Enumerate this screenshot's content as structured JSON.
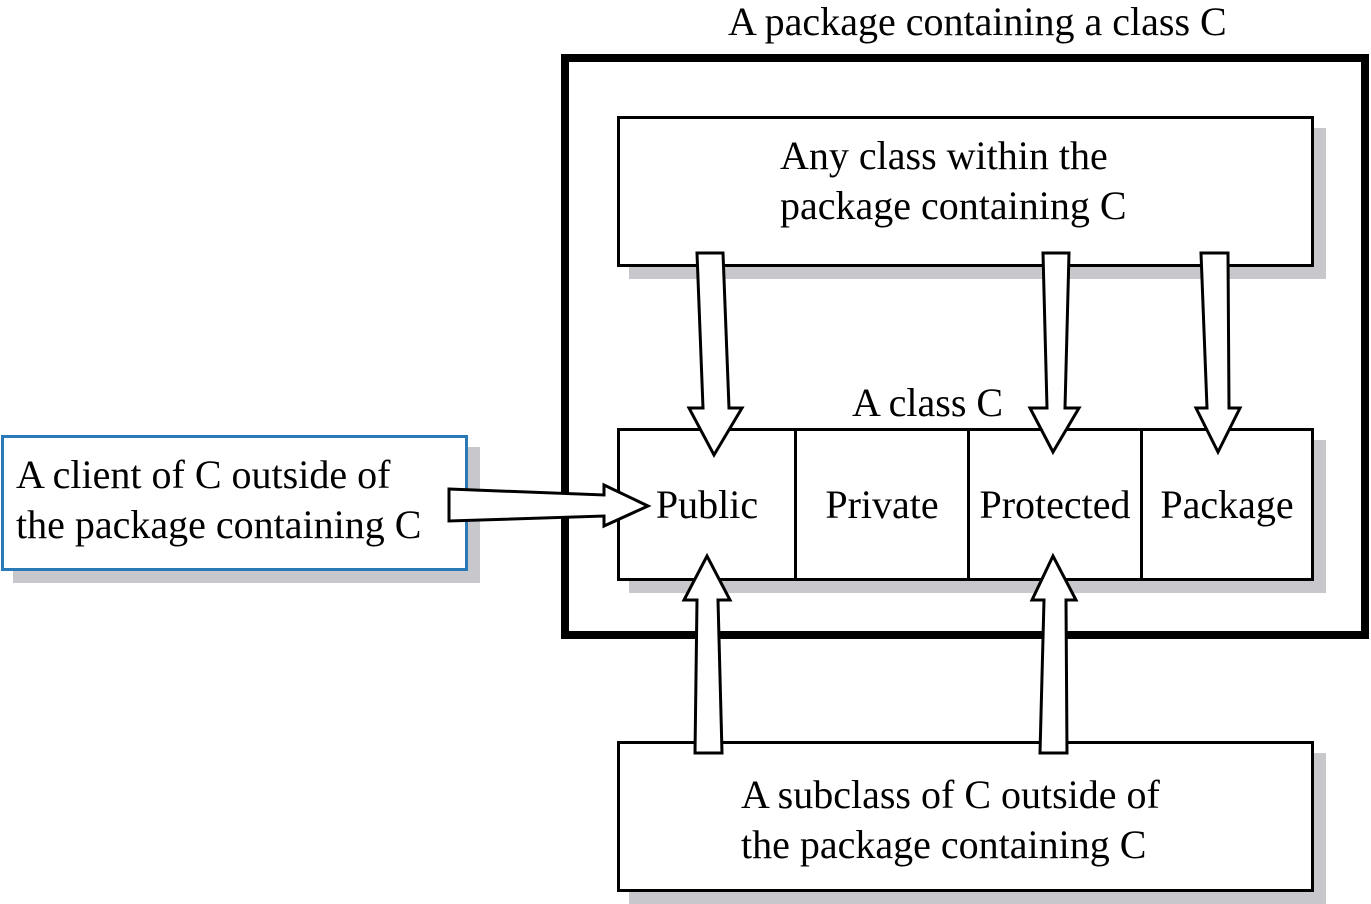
{
  "package_label": "A package containing a class C",
  "inner_box": {
    "line1": "Any class within the",
    "line2": "package containing C"
  },
  "class_label": "A class C",
  "class_sections": {
    "public": "Public",
    "private": "Private",
    "protected": "Protected",
    "package": "Package"
  },
  "client_box": {
    "line1": "A client of C outside of",
    "line2": "the package containing C"
  },
  "subclass_box": {
    "line1": "A subclass of C outside of",
    "line2": "the package containing C"
  }
}
